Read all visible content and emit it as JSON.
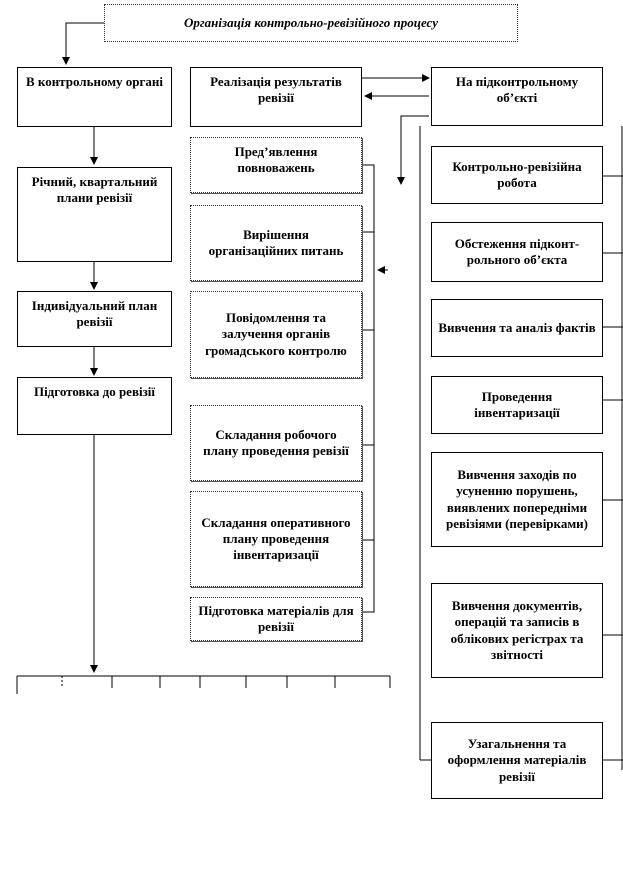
{
  "title": "Організація контрольно-ревізійного процесу",
  "left_column": {
    "header": "В контрольному органі",
    "items": [
      "Річний, квартальний плани ревізії",
      "Індивідуальний план ревізії",
      "Підготовка до ревізії"
    ]
  },
  "middle_column": {
    "header": "Реалізація результатів ревізії",
    "items": [
      "Пред’явлення повноважень",
      "Вирішення організаційних питань",
      "Повідомлення та залучення органів громадського контролю",
      "Складання робочого плану проведення ревізії",
      "Складання оперативного плану проведення інвентаризації",
      "Підготовка матеріалів для ревізії"
    ]
  },
  "right_column": {
    "header": "На підконтрольному об’єкті",
    "items": [
      "Контрольно-ревізійна робота",
      "Обстеження підконт-рольного об’єкта",
      "Вивчення та аналіз фактів",
      "Проведення інвентаризації",
      "Вивчення заходів по усуненню порушень, виявлених попередніми ревізіями (перевірками)",
      "Вивчення документів, операцій та записів в облікових регістрах та звітності",
      "Узагальнення та оформлення матеріалів ревізії"
    ]
  }
}
